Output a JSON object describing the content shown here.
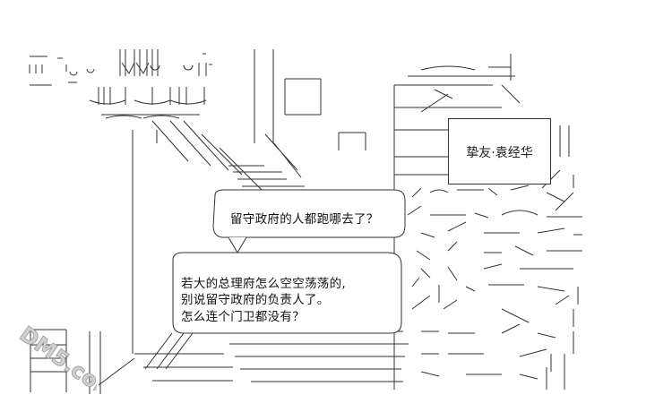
{
  "name_plate": {
    "text": "挚友·袁经华"
  },
  "bubble_top": {
    "lines": [
      "留守政府的人都跑哪去了？"
    ]
  },
  "bubble_bottom": {
    "lines": [
      "若大的总理府怎么空空荡荡的,",
      "别说留守政府的负责人了。",
      "怎么连个门卫都没有？"
    ]
  },
  "watermark": {
    "text": "DM5.com"
  }
}
